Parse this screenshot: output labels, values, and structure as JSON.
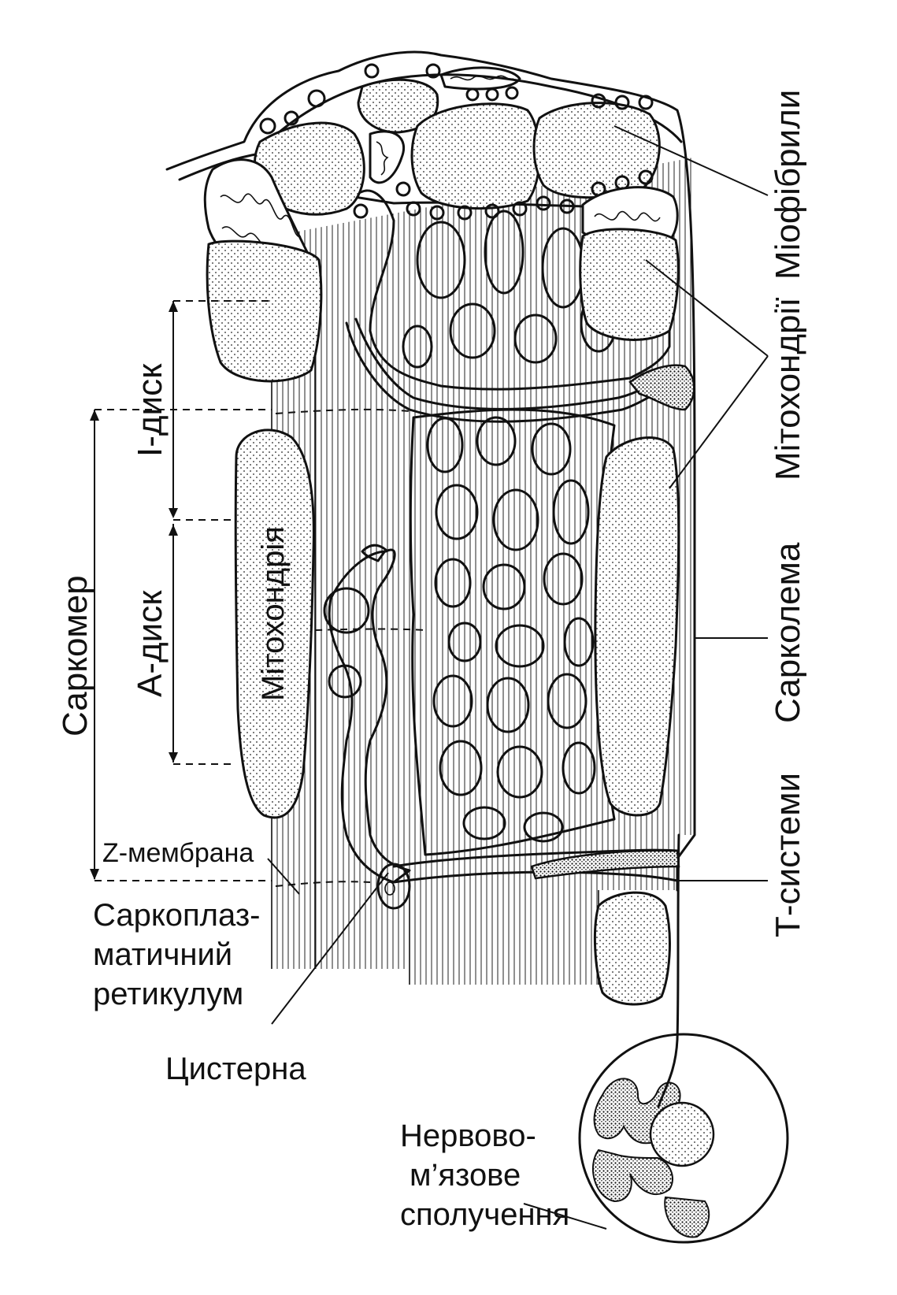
{
  "figure": {
    "labels": {
      "myofibrils": "Міофібрили",
      "mitochondria_right": "Мітохондрії",
      "sarcolemma": "Сарколема",
      "t_systems": "Т-системи",
      "neuromuscular_1": "Нервово-",
      "neuromuscular_2": "м’язове",
      "neuromuscular_3": "сполучення",
      "cistern": "Цистерна",
      "sr_1": "Саркоплаз-",
      "sr_2": "матичний",
      "sr_3": "ретикулум",
      "z_membrane": "Z-мембрана",
      "sarcomere": "Саркомер",
      "i_disc": "І-диск",
      "a_disc": "А-диск",
      "mitochondrion": "Мітохондрія"
    }
  }
}
